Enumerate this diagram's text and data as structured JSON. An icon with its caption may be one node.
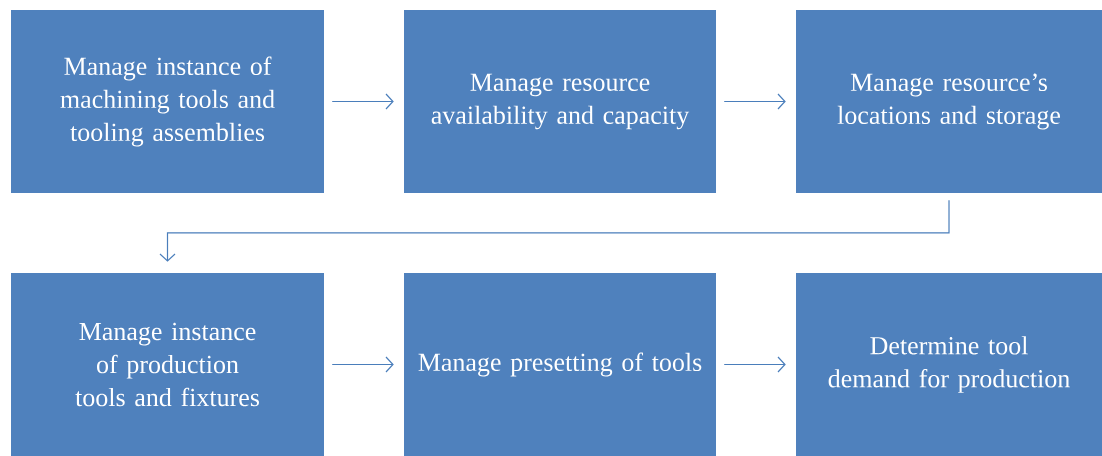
{
  "diagram": {
    "nodes": [
      {
        "text": [
          "Manage instance of machining tools and tooling assemblies"
        ]
      },
      {
        "text": [
          "Manage resource availability and capacity"
        ]
      },
      {
        "text": [
          "Manage resource’s locations and storage"
        ]
      },
      {
        "text": [
          "Manage instance of production tools and fixtures"
        ]
      },
      {
        "text": [
          "Manage presetting of tools"
        ]
      },
      {
        "text": [
          "Determine tool demand for production"
        ]
      }
    ],
    "edges": [
      {
        "from": 0,
        "to": 1,
        "arrow": "to"
      },
      {
        "from": 1,
        "to": 2,
        "arrow": "to"
      },
      {
        "from": 2,
        "to": 3,
        "arrow": "to"
      },
      {
        "from": 3,
        "to": 4,
        "arrow": "to"
      },
      {
        "from": 4,
        "to": 5,
        "arrow": "to"
      }
    ]
  }
}
